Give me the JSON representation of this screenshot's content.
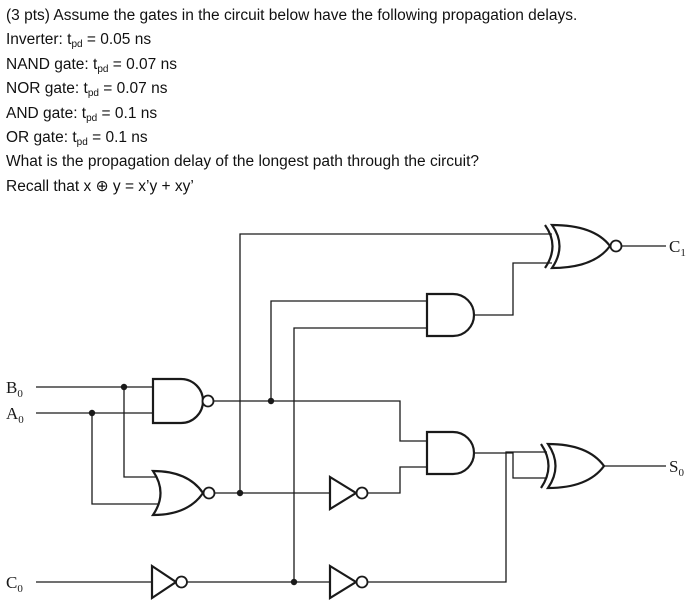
{
  "question": {
    "intro": "(3 pts) Assume the gates in the circuit below have the following propagation delays.",
    "delays": [
      {
        "gate": "Inverter: t",
        "sub": "pd",
        "value": " = 0.05 ns"
      },
      {
        "gate": "NAND gate: t",
        "sub": "pd",
        "value": " = 0.07 ns"
      },
      {
        "gate": "NOR gate: t",
        "sub": "pd",
        "value": " = 0.07 ns"
      },
      {
        "gate": "AND gate: t",
        "sub": "pd",
        "value": " = 0.1 ns"
      },
      {
        "gate": "OR gate: t",
        "sub": "pd",
        "value": " = 0.1 ns"
      }
    ],
    "prompt": "What is the propagation delay of the longest path through the circuit?",
    "recall": "Recall that x ⊕ y = x’y + xy’"
  },
  "circuit": {
    "inputs": {
      "b0": {
        "name": "B",
        "sub": "0"
      },
      "a0": {
        "name": "A",
        "sub": "0"
      },
      "c0": {
        "name": "C",
        "sub": "0"
      }
    },
    "outputs": {
      "c1": {
        "name": "C",
        "sub": "1"
      },
      "s0": {
        "name": "S",
        "sub": "0"
      }
    },
    "gates": [
      "NAND",
      "NOR",
      "NOT",
      "NOT",
      "NOT",
      "AND",
      "AND",
      "XNOR",
      "XOR"
    ]
  }
}
